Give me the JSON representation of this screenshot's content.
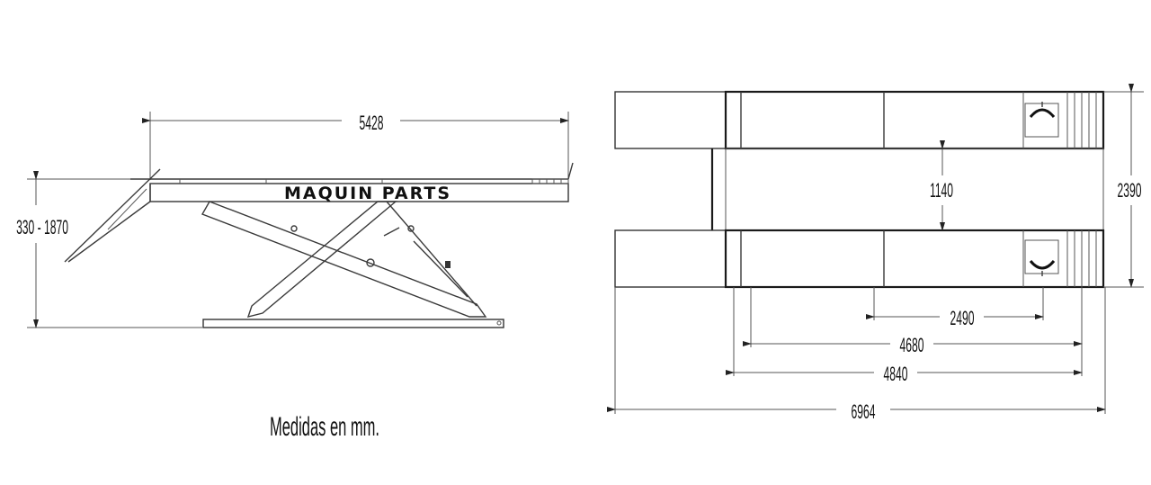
{
  "side_view": {
    "brand_label": "MAQUIN PARTS",
    "dim_length": "5428",
    "dim_height": "330 - 1870"
  },
  "top_view": {
    "dim_gap": "1140",
    "dim_width": "2390",
    "dim_2490": "2490",
    "dim_4680": "4680",
    "dim_4840": "4840",
    "dim_total": "6964"
  },
  "note": "Medidas en mm."
}
